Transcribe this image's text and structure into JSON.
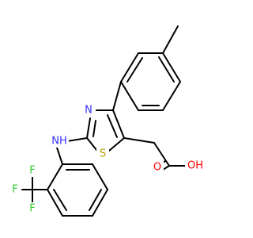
{
  "colors": {
    "background": "#ffffff",
    "bond": "#000000",
    "nitrogen": "#3333ff",
    "oxygen": "#ff0000",
    "sulfur": "#b2a100",
    "fluorine": "#33cc33",
    "carbon": "#000000"
  },
  "atoms": {
    "n_thiazole": {
      "label": "N",
      "color_key": "nitrogen"
    },
    "s_thiazole": {
      "label": "S",
      "color_key": "sulfur"
    },
    "nh": {
      "label": "NH",
      "color_key": "nitrogen"
    },
    "o_carbonyl": {
      "label": "O",
      "color_key": "oxygen"
    },
    "oh": {
      "label": "OH",
      "color_key": "oxygen"
    },
    "f1": {
      "label": "F",
      "color_key": "fluorine"
    },
    "f2": {
      "label": "F",
      "color_key": "fluorine"
    },
    "f3": {
      "label": "F",
      "color_key": "fluorine"
    }
  }
}
